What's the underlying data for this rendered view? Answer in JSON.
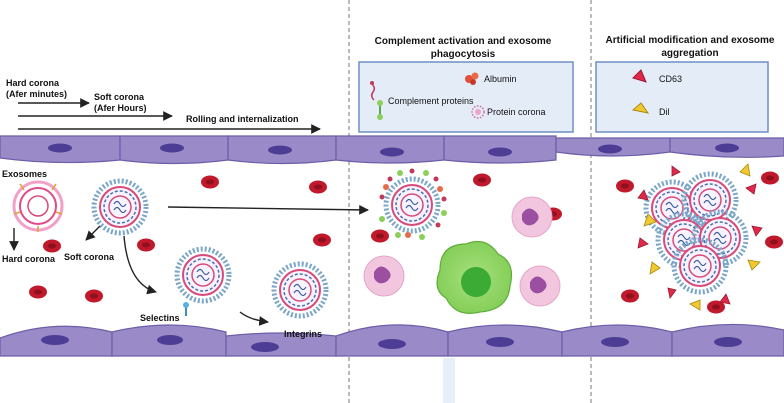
{
  "sections": {
    "complement_title_line1": "Complement activation and exosome",
    "complement_title_line2": "phagocytosis",
    "artificial_title_line1": "Artificial modification and exosome",
    "artificial_title_line2": "aggregation"
  },
  "legend_complement": {
    "albumin": "Albumin",
    "complement_proteins": "Complement  proteins",
    "protein_corona": "Protein corona"
  },
  "legend_artificial": {
    "cd63": "CD63",
    "dil": "Dil"
  },
  "timeline": {
    "hard_corona_line1": "Hard corona",
    "hard_corona_line2": "(Afer minutes)",
    "soft_corona_line1": "Soft corona",
    "soft_corona_line2": "(Afer Hours)",
    "rolling": "Rolling and internalization"
  },
  "labels": {
    "exosomes": "Exosomes",
    "hard_corona": "Hard corona",
    "soft_corona": "Soft corona",
    "selectins": "Selectins",
    "integrins": "Integrins"
  },
  "colors": {
    "endothelium": "#9a8ac8",
    "nucleus": "#4d3d95",
    "red_blood_cell": "#c0192b",
    "macrophage": "#93d86a",
    "neutrophil": "#f2c6df",
    "legend_border": "#6f8fc6",
    "legend_fill": "#e4ecf8",
    "cd63": "#e0284a",
    "dil": "#f0c830"
  }
}
